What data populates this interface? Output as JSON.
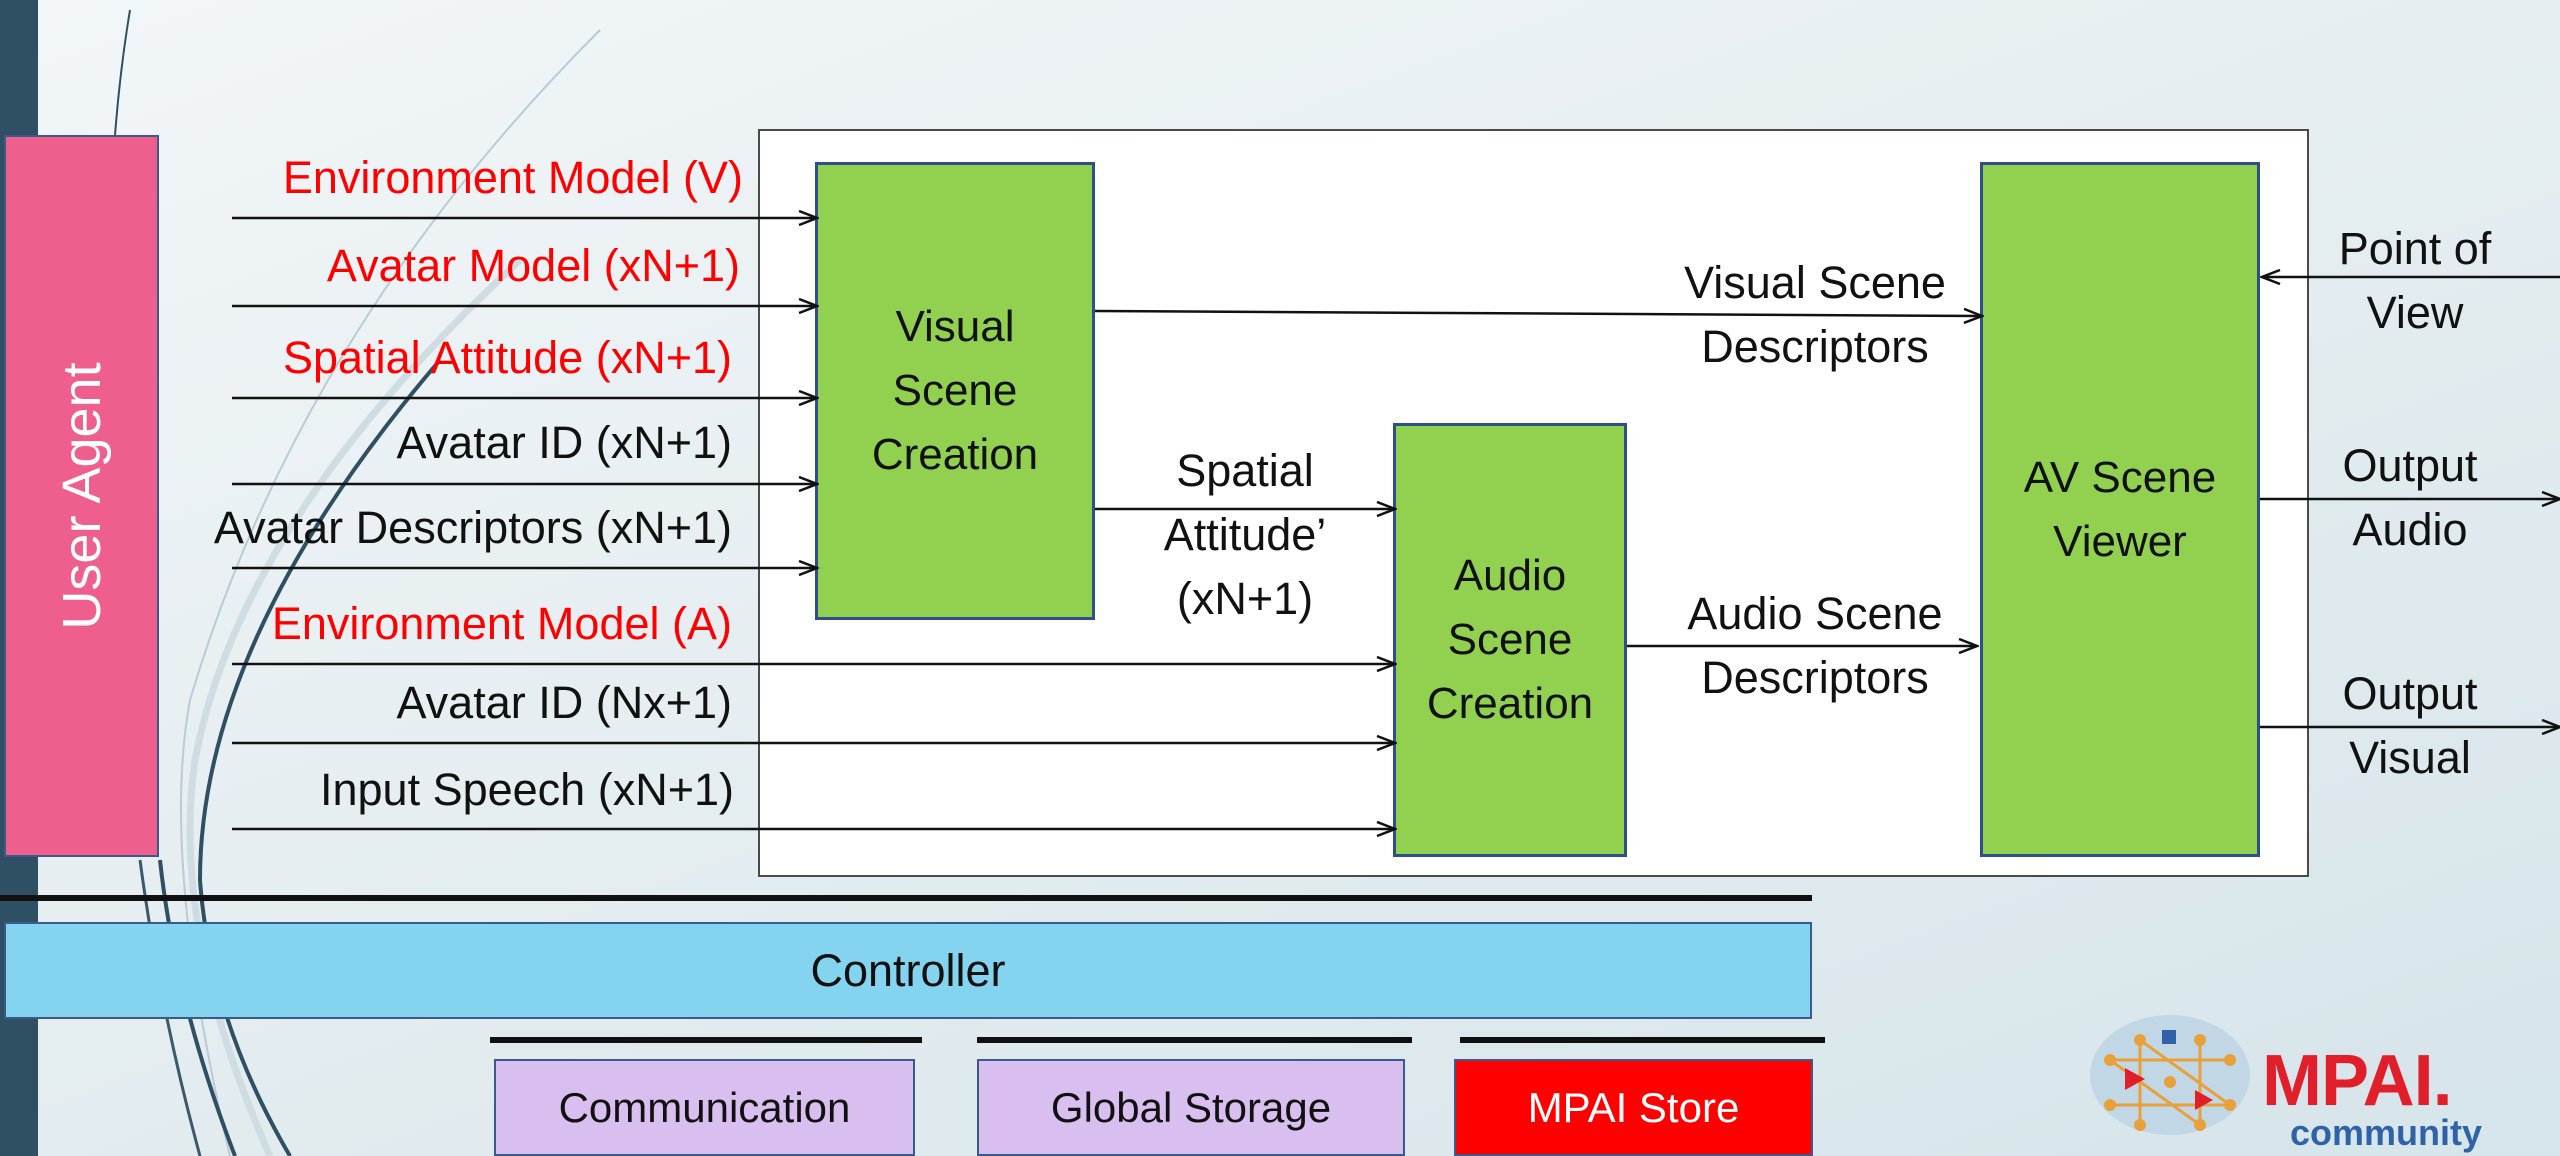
{
  "user_agent": "User Agent",
  "blocks": {
    "visual_scene_creation": "Visual Scene Creation",
    "audio_scene_creation": "Audio Scene Creation",
    "av_scene_viewer": "AV Scene Viewer"
  },
  "inputs": [
    {
      "label": "Environment Model (V)",
      "color": "#ff0000"
    },
    {
      "label": "Avatar Model (xN+1)",
      "color": "#ff0000"
    },
    {
      "label": "Spatial Attitude (xN+1)",
      "color": "#ff0000"
    },
    {
      "label": "Avatar ID (xN+1)",
      "color": "#111111"
    },
    {
      "label": "Avatar Descriptors (xN+1)",
      "color": "#111111"
    },
    {
      "label": "Environment Model (A)",
      "color": "#ff0000"
    },
    {
      "label": "Avatar ID (Nx+1)",
      "color": "#111111"
    },
    {
      "label": "Input Speech (xN+1)",
      "color": "#111111"
    }
  ],
  "internal": {
    "spatial_attitude_prime": "Spatial Attitude’ (xN+1)",
    "visual_scene_descriptors": "Visual Scene Descriptors",
    "audio_scene_descriptors": "Audio Scene Descriptors"
  },
  "outputs": {
    "point_of_view": "Point of View",
    "output_audio": "Output Audio",
    "output_visual": "Output Visual"
  },
  "controller": "Controller",
  "services": {
    "communication": "Communication",
    "global_storage": "Global Storage",
    "mpai_store": "MPAI Store"
  },
  "logo": {
    "name": "MPAI.",
    "sub": "community"
  },
  "colors": {
    "red": "#ff0000",
    "green": "#92d050",
    "pink": "#ef5f8e",
    "controller": "#84d3ef",
    "lavender": "#d8bff0",
    "border_blue": "#2e4f8a"
  }
}
